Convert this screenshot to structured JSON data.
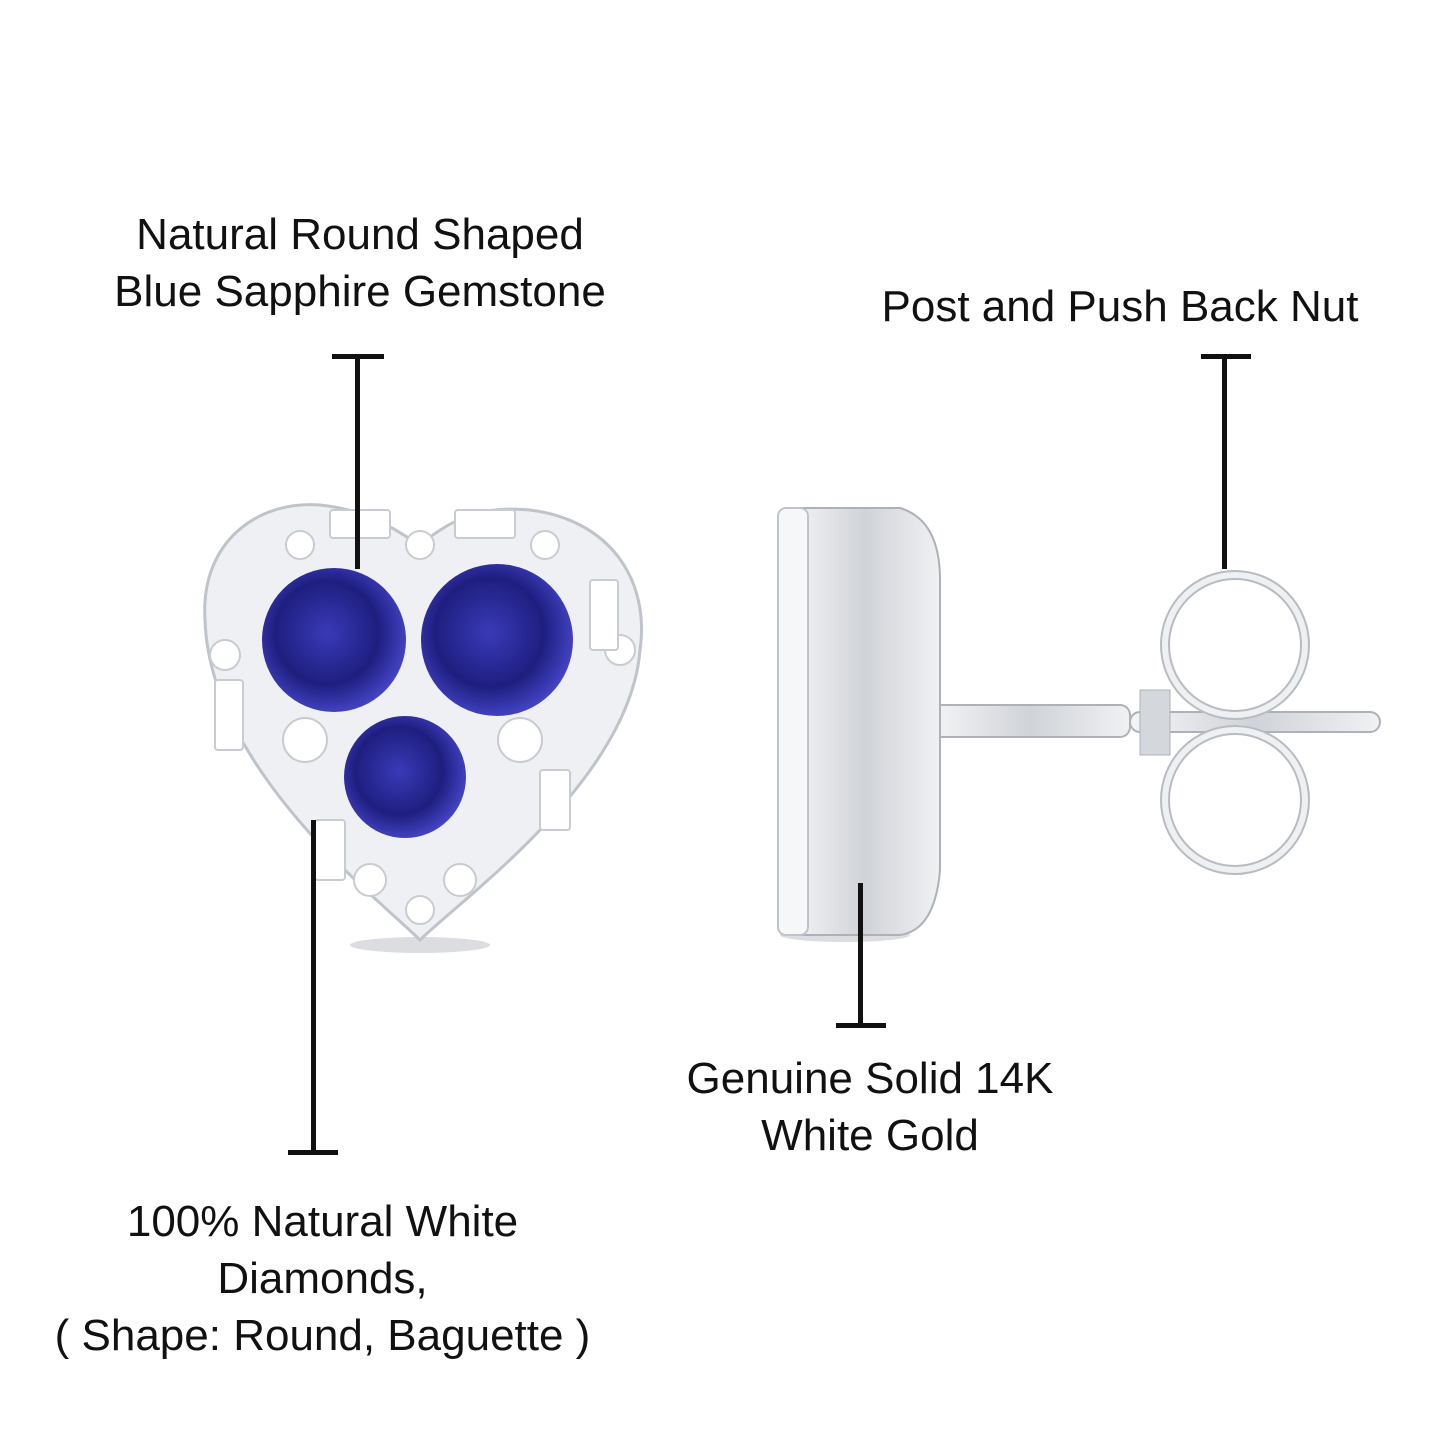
{
  "labels": {
    "sapphire": [
      "Natural Round Shaped",
      "Blue Sapphire Gemstone"
    ],
    "post": [
      "Post and Push Back Nut"
    ],
    "diamonds": [
      "100% Natural White",
      "Diamonds,",
      "( Shape: Round, Baguette )"
    ],
    "gold": [
      "Genuine Solid 14K",
      "White Gold"
    ]
  },
  "colors": {
    "sapphire": "#2a2a9a",
    "metal": "#d8dbe0",
    "line": "#111111"
  }
}
